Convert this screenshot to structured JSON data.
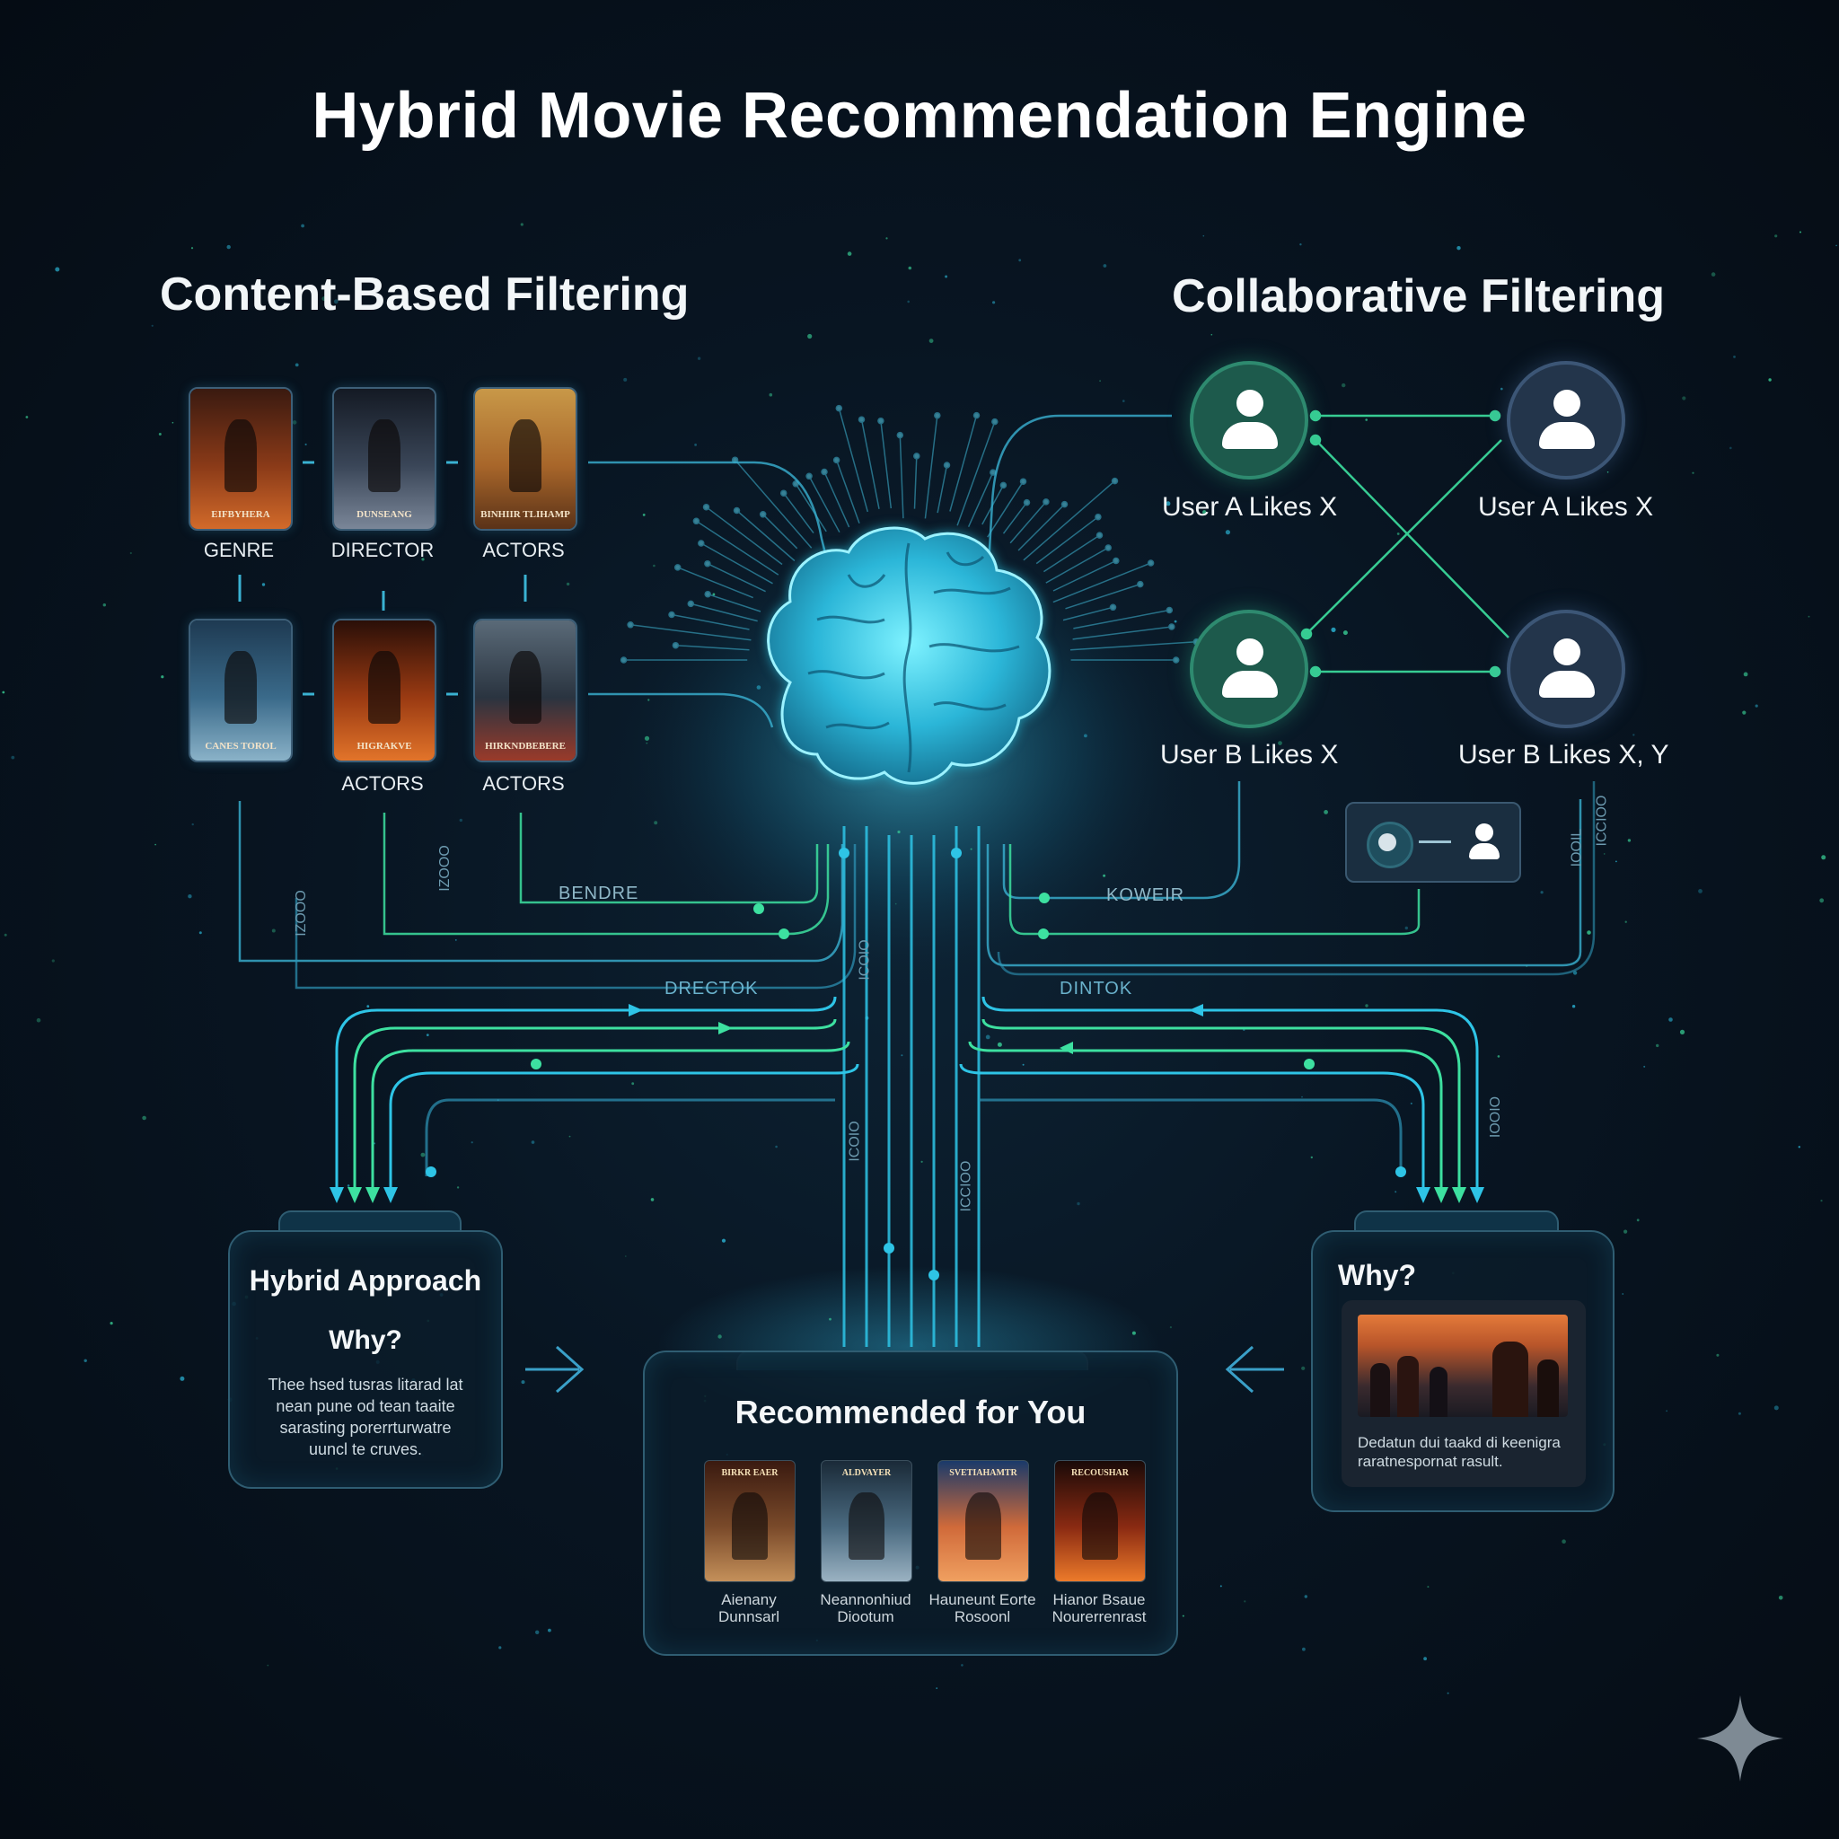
{
  "title": "Hybrid Movie Recommendation Engine",
  "content_based": {
    "heading": "Content-Based Filtering",
    "posters": [
      {
        "label": "GENRE",
        "caption": "EIFBYHERA",
        "colors": [
          "#3a1a10",
          "#8a3a18",
          "#d26a2a"
        ]
      },
      {
        "label": "DIRECTOR",
        "caption": "DUNSEANG",
        "colors": [
          "#141a24",
          "#3a4658",
          "#7a8698"
        ]
      },
      {
        "label": "ACTORS",
        "caption": "BINHIIR TLIHAMP",
        "colors": [
          "#c89848",
          "#a8662a",
          "#5a3218"
        ]
      },
      {
        "label": "",
        "caption": "CANES TOROL",
        "colors": [
          "#1e3a52",
          "#3a6a8a",
          "#8ab2c8"
        ]
      },
      {
        "label": "ACTORS",
        "caption": "HIGRAKVE",
        "colors": [
          "#2a0f08",
          "#9a3a12",
          "#e2742a"
        ]
      },
      {
        "label": "ACTORS",
        "caption": "HIRKNDBEBERE",
        "colors": [
          "#5a6a78",
          "#2a3440",
          "#9a3a2a"
        ]
      }
    ]
  },
  "collaborative": {
    "heading": "Collaborative Filtering",
    "users": [
      {
        "label": "User A Likes X",
        "style": "green"
      },
      {
        "label": "User A Likes X",
        "style": "navy"
      },
      {
        "label": "User B Likes X",
        "style": "green"
      },
      {
        "label": "User B Likes X, Y",
        "style": "navy"
      }
    ]
  },
  "path_labels": {
    "bendre": "BENDRE",
    "koweir": "KOWEIR",
    "directok": "DRECTOK",
    "dintok": "DINTOK",
    "v1": "IZOOO",
    "v2": "IZOOO",
    "v3": "ICOIO",
    "v4": "ICOIO",
    "v5": "ICCIOO",
    "v6": "IOOIO",
    "v7": "IOOIL",
    "v8": "ICCIOO"
  },
  "hybrid_panel": {
    "heading": "Hybrid Approach",
    "subheading": "Why?",
    "body": "Thee hsed tusras litarad lat nean pune od tean taaite sarasting porerrturwatre uuncl te cruves."
  },
  "why_panel": {
    "heading": "Why?",
    "body": "Dedatun dui taakd di keenigra raratnespornat rasult."
  },
  "recommended": {
    "heading": "Recommended for You",
    "items": [
      {
        "caption": "Aienany Dunnsarl",
        "poster_text": "BIRKR EAER",
        "colors": [
          "#3a1a10",
          "#7a4a2a",
          "#c4905a"
        ]
      },
      {
        "caption": "Neannonhiud Diootum",
        "poster_text": "ALDVAYER",
        "colors": [
          "#1a2a38",
          "#4a6a80",
          "#9ab2c2"
        ]
      },
      {
        "caption": "Hauneunt Eorte Rosoonl",
        "poster_text": "SVETIAHAMTR",
        "colors": [
          "#1a3a6a",
          "#d06a3a",
          "#f0a060"
        ]
      },
      {
        "caption": "Hianor Bsaue Nourerrenrast",
        "poster_text": "RECOUSHAR",
        "colors": [
          "#1a0a08",
          "#8a2a12",
          "#ec7a2a"
        ]
      }
    ]
  },
  "colors": {
    "accent_cyan": "#2ec4e6",
    "accent_green": "#3de0a0",
    "panel_border": "#2f5d72",
    "background": "#081522"
  }
}
